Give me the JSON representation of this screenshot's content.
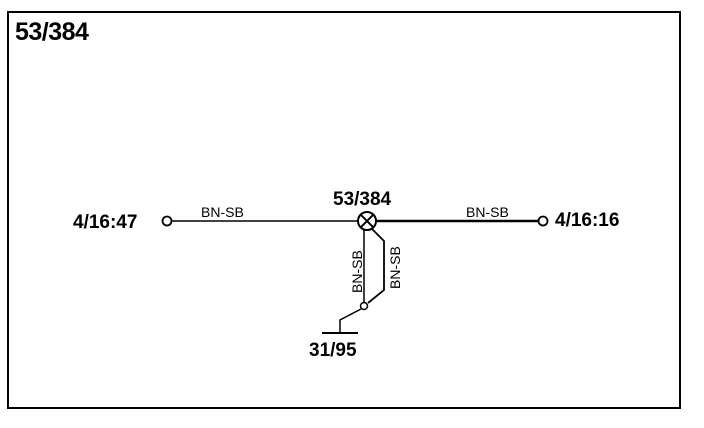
{
  "title": "53/384",
  "splice": {
    "label": "53/384"
  },
  "connectors": {
    "left": "4/16:47",
    "right": "4/16:16",
    "ground": "31/95"
  },
  "wires": {
    "left": "BN-SB",
    "right": "BN-SB",
    "down_a": "BN-SB",
    "down_b": "BN-SB"
  }
}
